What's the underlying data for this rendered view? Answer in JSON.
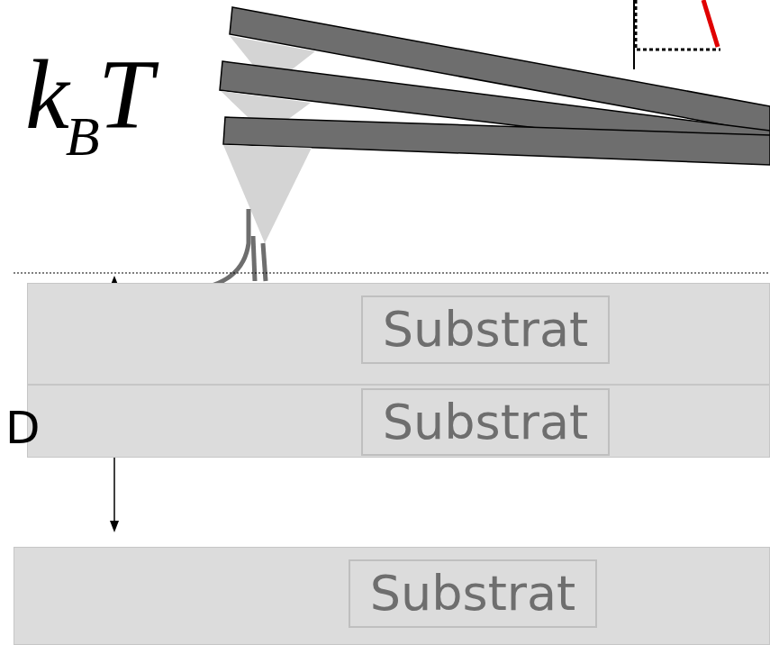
{
  "diagram": {
    "nodes": [
      {
        "text": [
          "Substrat"
        ]
      },
      {
        "text": [
          "Substrat"
        ]
      },
      {
        "text": [
          "Substrat"
        ]
      }
    ],
    "labels": [
      "k",
      "B",
      "T",
      "D"
    ]
  }
}
